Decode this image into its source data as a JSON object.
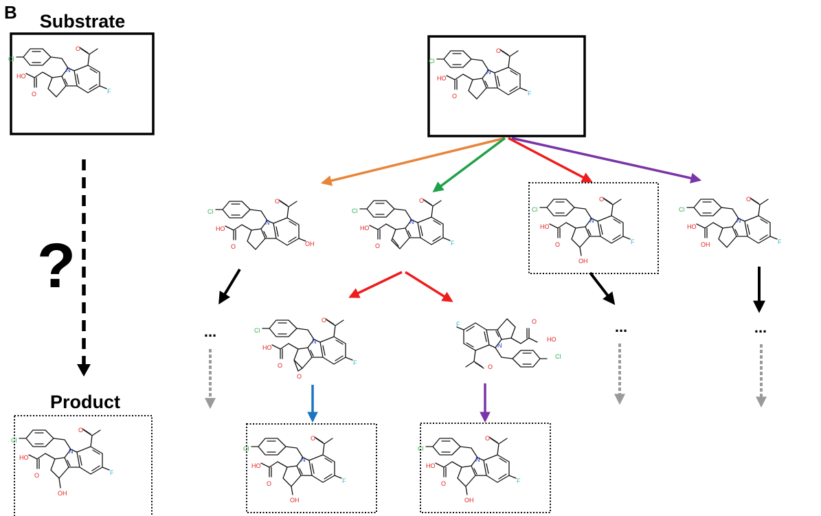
{
  "panel_label": "B",
  "substrate_label": "Substrate",
  "product_label": "Product",
  "unknown_label": "?",
  "ellipsis": "...",
  "atoms": {
    "cl": "Cl",
    "n": "N",
    "f": "F",
    "o": "O",
    "ho": "HO",
    "oh": "OH"
  },
  "colors": {
    "orange": "#e8853a",
    "green": "#1fa04a",
    "red": "#ee1c1c",
    "purple": "#7a35a8",
    "blue": "#1a74c0",
    "black": "#000000",
    "gray": "#9a9a9a",
    "chlorine": "#2fb34a",
    "nitrogen": "#1d3fd6",
    "oxygen": "#e0201b",
    "fluorine": "#35b6c8"
  }
}
